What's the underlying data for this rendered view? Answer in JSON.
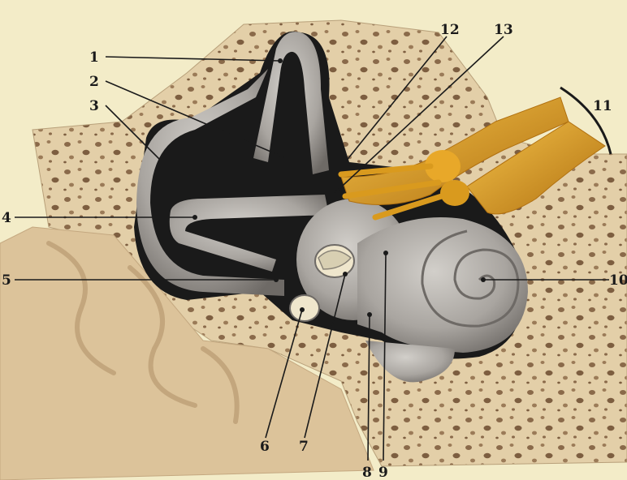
{
  "labels": [
    {
      "id": "1",
      "text": "1"
    },
    {
      "id": "2",
      "text": "2"
    },
    {
      "id": "3",
      "text": "3"
    },
    {
      "id": "4",
      "text": "4"
    },
    {
      "id": "5",
      "text": "5"
    },
    {
      "id": "6",
      "text": "6"
    },
    {
      "id": "7",
      "text": "7"
    },
    {
      "id": "8",
      "text": "8"
    },
    {
      "id": "9",
      "text": "9"
    },
    {
      "id": "10",
      "text": "10"
    },
    {
      "id": "11",
      "text": "11"
    },
    {
      "id": "12",
      "text": "12"
    },
    {
      "id": "13",
      "text": "13"
    }
  ],
  "colors": {
    "background": "#f3ecc8",
    "bone": "#e3cfa8",
    "bone_pores": "#8a6a4a",
    "labyrinth": "#a9a5a0",
    "labyrinth_dark": "#6e6a66",
    "nerve": "#e0a020",
    "nerve_dark": "#b07010",
    "outline": "#1a1a1a"
  }
}
